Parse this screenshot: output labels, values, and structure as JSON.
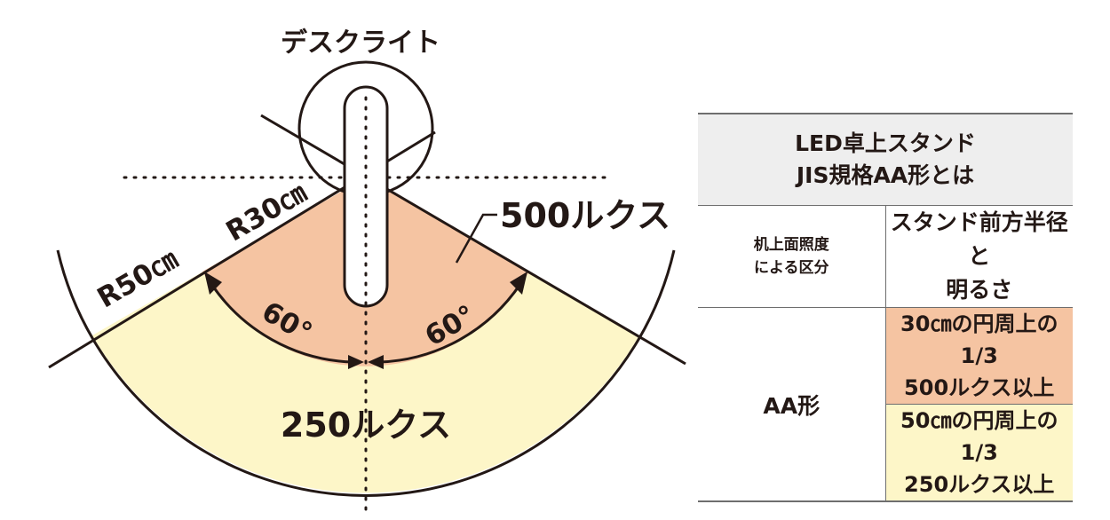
{
  "diagram": {
    "title": "デスクライト",
    "zone_outer_label": "250ルクス",
    "zone_inner_label": "500ルクス",
    "radius_inner": "R30㎝",
    "radius_outer": "R50㎝",
    "angle_left": "60°",
    "angle_right": "60°",
    "colors": {
      "outer_zone": "#fdf6c8",
      "inner_zone": "#f5c4a2",
      "line": "#231815"
    }
  },
  "table": {
    "header": "LED卓上スタンド\nJIS規格AA形とは",
    "col_left": "机上面照度\nによる区分",
    "col_right": "スタンド前方半径と\n明るさ",
    "grade": "AA形",
    "row1": "30㎝の円周上の1/3\n500ルクス以上",
    "row2": "50㎝の円周上の1/3\n250ルクス以上"
  }
}
